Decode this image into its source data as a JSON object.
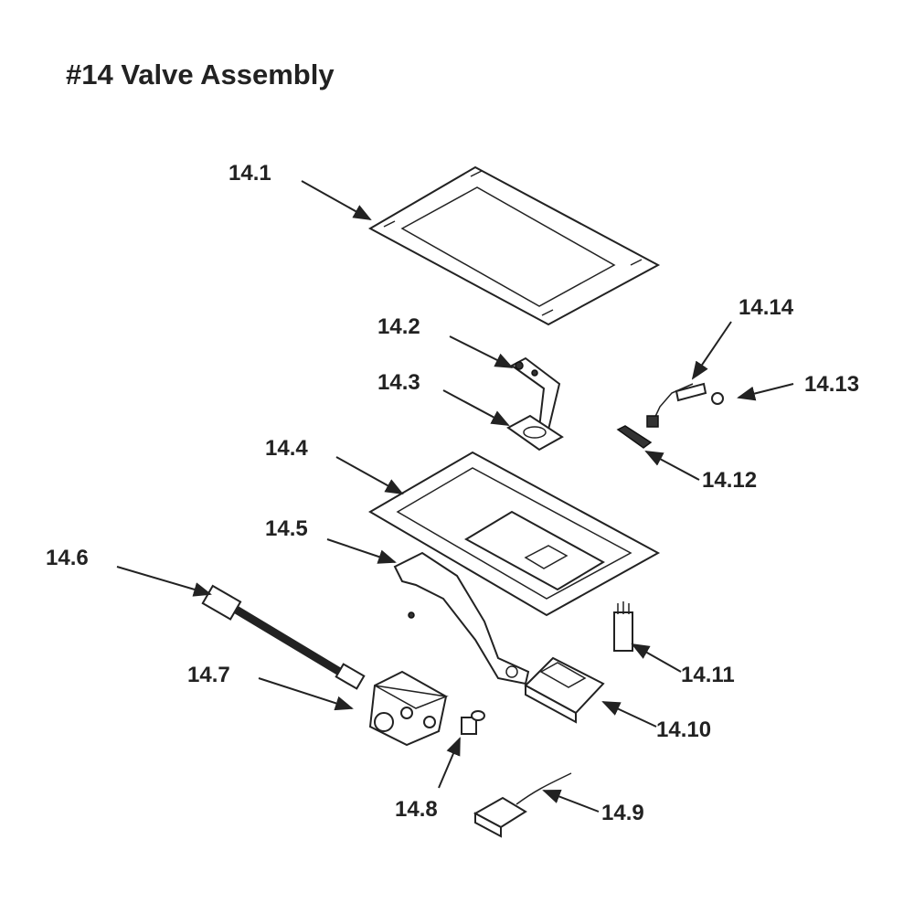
{
  "title": "#14 Valve Assembly",
  "callouts": [
    {
      "id": "14.1"
    },
    {
      "id": "14.2"
    },
    {
      "id": "14.3"
    },
    {
      "id": "14.4"
    },
    {
      "id": "14.5"
    },
    {
      "id": "14.6"
    },
    {
      "id": "14.7"
    },
    {
      "id": "14.8"
    },
    {
      "id": "14.9"
    },
    {
      "id": "14.10"
    },
    {
      "id": "14.11"
    },
    {
      "id": "14.12"
    },
    {
      "id": "14.13"
    },
    {
      "id": "14.14"
    }
  ]
}
